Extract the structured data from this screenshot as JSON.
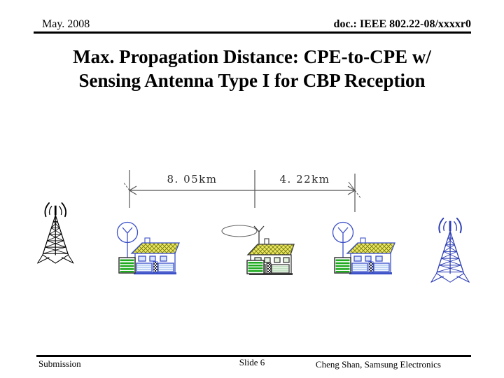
{
  "header": {
    "date": "May. 2008",
    "doc_id": "doc.: IEEE 802.22-08/xxxxr0"
  },
  "title": {
    "line1": "Max. Propagation Distance: CPE-to-CPE w/",
    "line2": "Sensing Antenna Type I for CBP Reception"
  },
  "diagram": {
    "distances": {
      "left_segment": "8. 05km",
      "right_segment": "4. 22km"
    },
    "icons": [
      {
        "name": "base-station-tower-left",
        "color": "#000000"
      },
      {
        "name": "cpe-house-loop-antenna-left",
        "color": "#3c50c8"
      },
      {
        "name": "cpe-house-omni-antenna-middle",
        "color": "#3a3a3a"
      },
      {
        "name": "cpe-house-loop-antenna-right",
        "color": "#3c50c8"
      },
      {
        "name": "base-station-tower-right",
        "color": "#2b3cb4"
      }
    ],
    "colors": {
      "roof_yellow": "#f0e65c",
      "stripe_green": "#1faa1f",
      "measure_line": "#555555"
    }
  },
  "footer": {
    "left": "Submission",
    "center": "Slide 6",
    "right": "Cheng Shan, Samsung Electronics"
  }
}
